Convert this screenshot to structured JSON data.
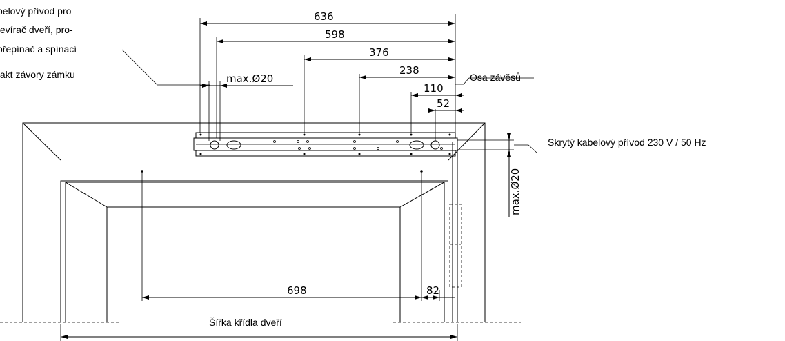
{
  "left_note": {
    "lines": [
      "belový přívod pro",
      "tevírač dveří, pro-",
      "přepínač a spínací",
      "takt závory zámku"
    ]
  },
  "dimensions": {
    "d636": "636",
    "d598": "598",
    "d376": "376",
    "d238": "238",
    "d110": "110",
    "d52": "52",
    "max20_h": "max.Ø20",
    "max20_v": "max.Ø20",
    "d698": "698",
    "d82": "82"
  },
  "labels": {
    "hinge_axis": "Osa závěsů",
    "hidden_cable": "Skrytý kabelový přívod 230 V / 50 Hz",
    "door_width": "Šířka křídla dveří"
  }
}
